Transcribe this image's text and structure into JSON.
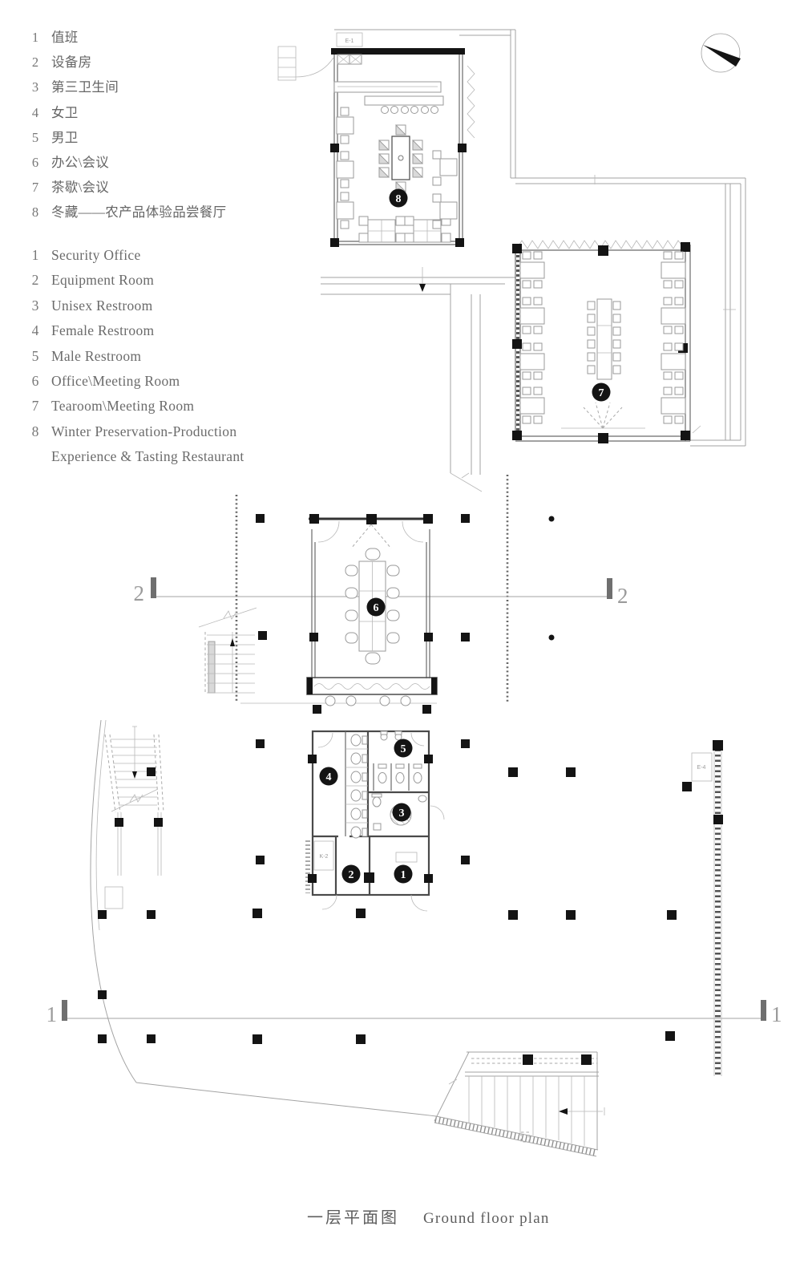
{
  "legend_zh": {
    "items": [
      {
        "no": "1",
        "label": "值班"
      },
      {
        "no": "2",
        "label": "设备房"
      },
      {
        "no": "3",
        "label": "第三卫生间"
      },
      {
        "no": "4",
        "label": "女卫"
      },
      {
        "no": "5",
        "label": "男卫"
      },
      {
        "no": "6",
        "label": "办公\\会议"
      },
      {
        "no": "7",
        "label": "茶歇\\会议"
      },
      {
        "no": "8",
        "label": "冬藏——农产品体验品尝餐厅"
      }
    ]
  },
  "legend_en": {
    "items": [
      {
        "no": "1",
        "label": "Security Office"
      },
      {
        "no": "2",
        "label": "Equipment Room"
      },
      {
        "no": "3",
        "label": "Unisex Restroom"
      },
      {
        "no": "4",
        "label": "Female Restroom"
      },
      {
        "no": "5",
        "label": "Male Restroom"
      },
      {
        "no": "6",
        "label": "Office\\Meeting Room"
      },
      {
        "no": "7",
        "label": "Tearoom\\Meeting Room"
      },
      {
        "no": "8",
        "label": "Winter Preservation-Production",
        "label_cont": "Experience & Tasting Restaurant"
      }
    ]
  },
  "plan": {
    "badges": {
      "b1": "1",
      "b2": "2",
      "b3": "3",
      "b4": "4",
      "b5": "5",
      "b6": "6",
      "b7": "7",
      "b8": "8"
    },
    "tags": {
      "e1": "E-1",
      "k2": "K-2",
      "e4": "E-4"
    },
    "sections": {
      "s1": "1",
      "s2": "2"
    }
  },
  "title": {
    "zh": "一层平面图",
    "en": "Ground floor plan"
  },
  "colors": {
    "ink": "#141414",
    "line": "#a3a3a3",
    "wall": "#4a4a4a",
    "text": "#666666"
  }
}
